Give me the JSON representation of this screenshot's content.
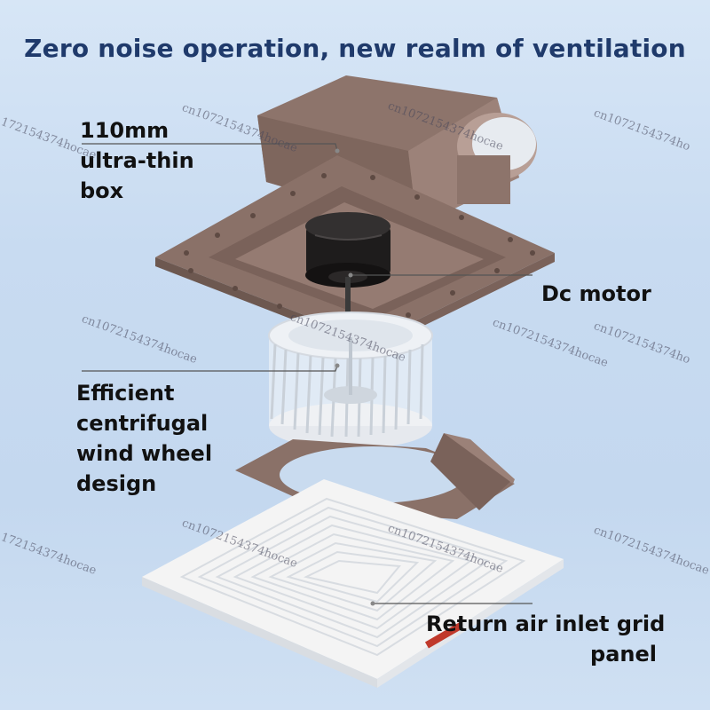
{
  "headline": "Zero noise operation, new realm of ventilation",
  "callouts": {
    "box": [
      "110mm",
      "ultra-thin",
      "box"
    ],
    "motor": [
      "Dc motor"
    ],
    "wheel": [
      "Efficient",
      "centrifugal",
      "wind wheel",
      "design"
    ],
    "panel": [
      "Return air inlet grid",
      "panel"
    ]
  },
  "watermarks": [
    "cn1072154374hocae",
    "cn1072154374hocae",
    "cn1072154374ho",
    "172154374hocae",
    "cn1072154374hocae",
    "cn1072154374hocae",
    "cn1072154374hocae",
    "cn1072154374hocae",
    "172154374hocae",
    "cn1072154374hocae",
    "cn1072154374hocae",
    "cn1072154374ho"
  ],
  "colors": {
    "headline": "#1f3a6b",
    "housing": "#8a7168",
    "housing_dark": "#6d5850",
    "motor": "#1e1c1c",
    "panel": "#f4f4f4"
  }
}
